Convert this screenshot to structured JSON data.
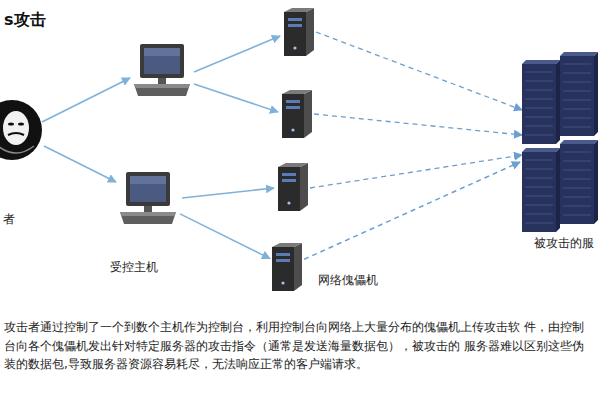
{
  "diagram": {
    "title": "s攻击",
    "caption": "攻击者通过控制了一个到数个主机作为控制台，利用控制台向网络上大量分布的傀儡机上传攻击软 件，由控制台向各个傀儡机发出针对特定服务器的攻击指令（通常是发送海量数据包），被攻击的 服务器难以区别这些伪装的数据包,导致服务器资源容易耗尽，无法响应正常的客户端请求。",
    "nodes": [
      {
        "text": [
          "者"
        ]
      },
      {
        "text": [
          "受控主机"
        ]
      },
      {
        "text": [
          "网络傀儡机"
        ]
      },
      {
        "text": [
          "被攻击的服"
        ]
      }
    ],
    "edges": [
      {
        "from": 0,
        "to": 1,
        "arrow": "to"
      },
      {
        "from": 1,
        "to": 2,
        "arrow": "to"
      },
      {
        "from": 2,
        "to": 3,
        "arrow": "to"
      }
    ]
  }
}
